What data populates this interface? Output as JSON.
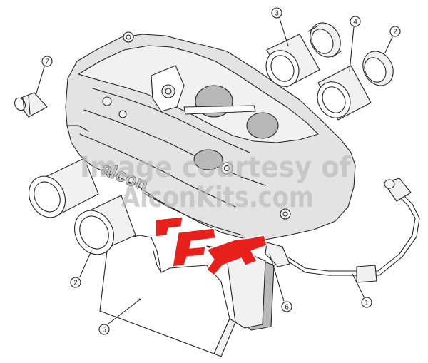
{
  "watermark": {
    "line1": "Image courtesy of",
    "line2": "AlconKits.com"
  },
  "caliper_lettering": "alcon",
  "red_overlay_text": "HG",
  "callouts": [
    {
      "id": "callout-1",
      "label": "1"
    },
    {
      "id": "callout-2a",
      "label": "2"
    },
    {
      "id": "callout-2b",
      "label": "2"
    },
    {
      "id": "callout-3",
      "label": "3"
    },
    {
      "id": "callout-4",
      "label": "4"
    },
    {
      "id": "callout-5",
      "label": "5"
    },
    {
      "id": "callout-6",
      "label": "6"
    },
    {
      "id": "callout-7",
      "label": "7"
    }
  ]
}
